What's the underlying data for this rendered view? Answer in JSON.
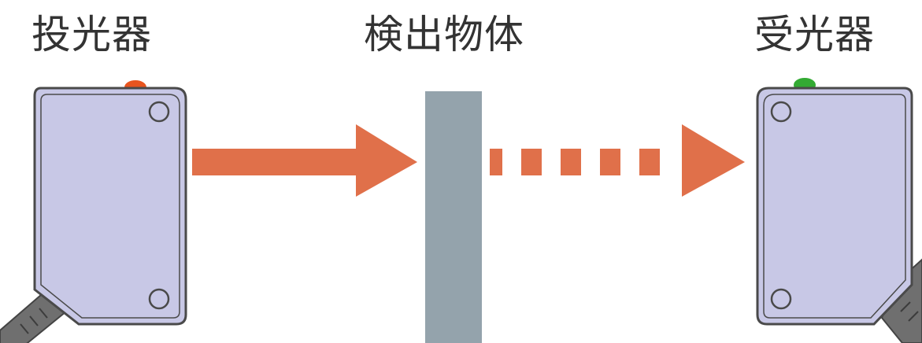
{
  "labels": {
    "emitter": "投光器",
    "object": "検出物体",
    "receiver": "受光器"
  },
  "colors": {
    "sensor_body": "#c8c8e6",
    "sensor_outline": "#4a4a4a",
    "emitter_indicator": "#e8541e",
    "receiver_indicator": "#33aa33",
    "beam": "#e0704a",
    "object": "#94a3ac",
    "cable": "#6f6f6f"
  }
}
